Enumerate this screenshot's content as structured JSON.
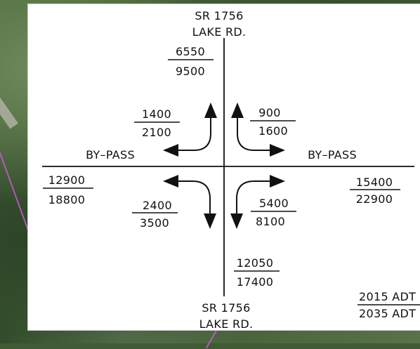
{
  "diagram": {
    "north_road": {
      "line1": "SR 1756",
      "line2": "LAKE RD."
    },
    "south_road": {
      "line1": "SR 1756",
      "line2": "LAKE RD."
    },
    "west_road": "BY–PASS",
    "east_road": "BY–PASS",
    "volumes": {
      "north_approach": {
        "top": "6550",
        "bottom": "9500"
      },
      "south_approach": {
        "top": "12050",
        "bottom": "17400"
      },
      "west_approach": {
        "top": "12900",
        "bottom": "18800"
      },
      "east_approach": {
        "top": "15400",
        "bottom": "22900"
      },
      "nw_turn": {
        "top": "1400",
        "bottom": "2100"
      },
      "ne_turn": {
        "top": "900",
        "bottom": "1600"
      },
      "sw_turn": {
        "top": "2400",
        "bottom": "3500"
      },
      "se_turn": {
        "top": "5400",
        "bottom": "8100"
      }
    },
    "legend": {
      "top": "2015 ADT",
      "bottom": "2035 ADT"
    }
  }
}
